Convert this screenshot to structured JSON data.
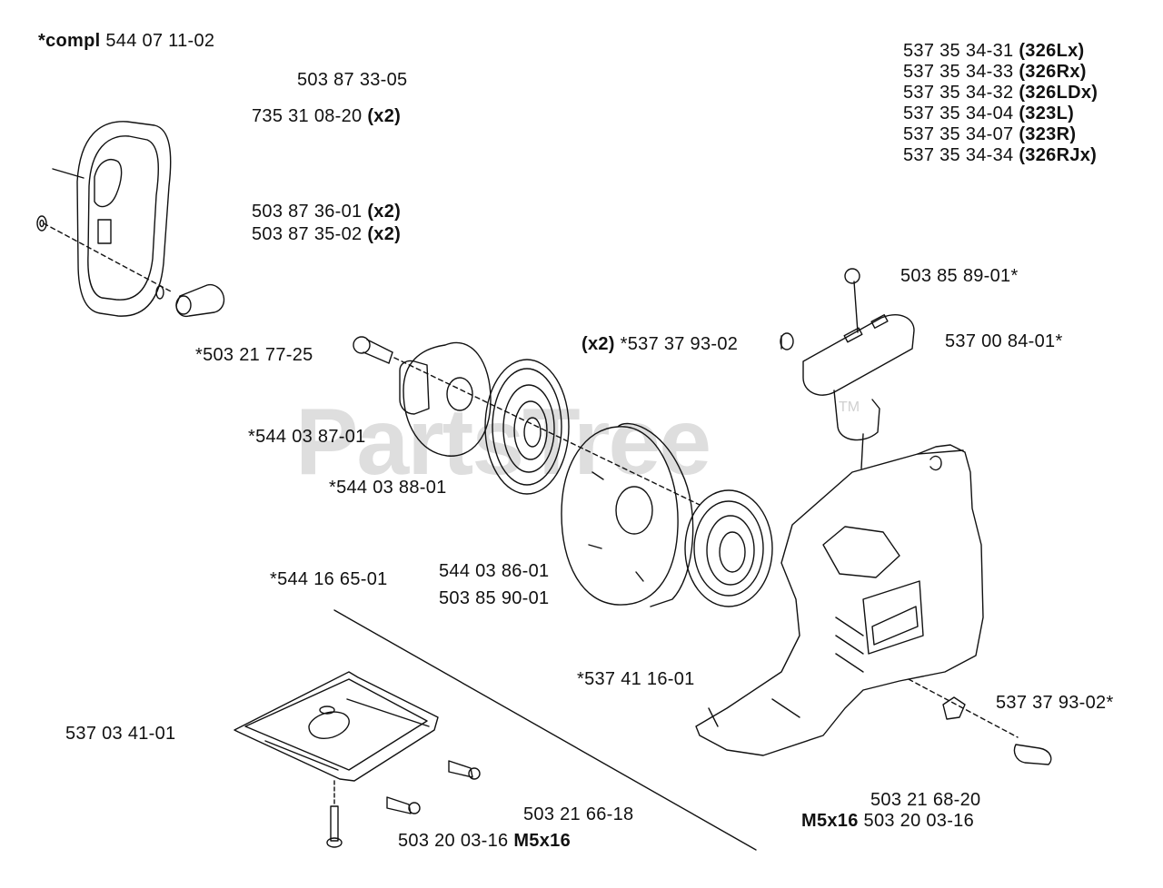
{
  "watermark": {
    "text": "PartsTree",
    "tm": "TM"
  },
  "labels": {
    "compl_prefix": "*compl",
    "compl_number": "544 07 11-02",
    "l1": "503 87 33-05",
    "l2_num": "735 31 08-20",
    "l2_qty": "(x2)",
    "l3_num": "503 87 36-01",
    "l3_qty": "(x2)",
    "l4_num": "503 87 35-02",
    "l4_qty": "(x2)",
    "l5": "*503 21 77-25",
    "l6": "*544 03 87-01",
    "l7": "*544 03 88-01",
    "l8_qty": "(x2)",
    "l8_num": "*537 37 93-02",
    "l9": "503 85 89-01*",
    "l10": "537 00 84-01*",
    "l11": "*544 16 65-01",
    "l12": "544 03 86-01",
    "l13": "503 85 90-01",
    "l14": "*537 41 16-01",
    "l15": "537 37 93-02*",
    "l16": "537 03 41-01",
    "l17": "503 21 66-18",
    "l18_num": "503 20 03-16",
    "l18_size": "M5x16",
    "l19": "503 21 68-20",
    "l20_size": "M5x16",
    "l20_num": "503 20 03-16"
  },
  "models": [
    {
      "number": "537 35 34-31",
      "model": "(326Lx)"
    },
    {
      "number": "537 35 34-33",
      "model": "(326Rx)"
    },
    {
      "number": "537 35 34-32",
      "model": "(326LDx)"
    },
    {
      "number": "537 35 34-04",
      "model": "(323L)"
    },
    {
      "number": "537 35 34-07",
      "model": "(323R)"
    },
    {
      "number": "537 35 34-34",
      "model": "(326RJx)"
    }
  ]
}
